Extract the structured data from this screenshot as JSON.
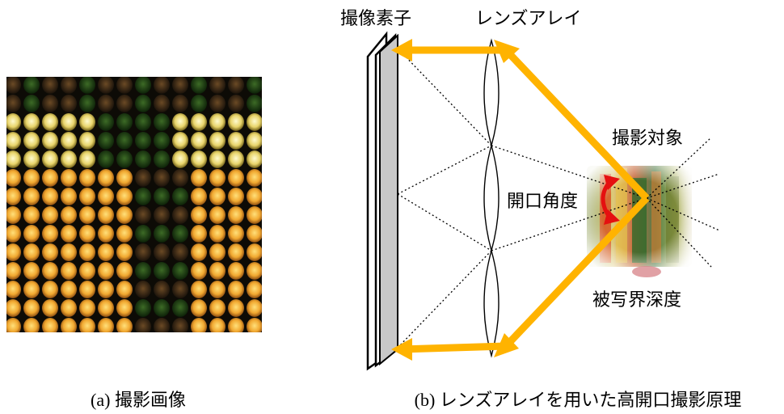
{
  "panel_a": {
    "caption": "(a) 撮影画像"
  },
  "panel_b": {
    "caption": "(b) レンズアレイを用いた高開口撮影原理",
    "label_sensor": "撮像素子",
    "label_lens_array": "レンズアレイ",
    "label_object": "撮影対象",
    "label_aperture_angle": "開口角度",
    "label_depth_of_field": "被写界深度"
  },
  "colors": {
    "ray_arrow": "#FFB300",
    "angle_arrow": "#E51010",
    "sensor_fill": "#C8C8C8",
    "dof_ellipse": "#D98A8F"
  }
}
